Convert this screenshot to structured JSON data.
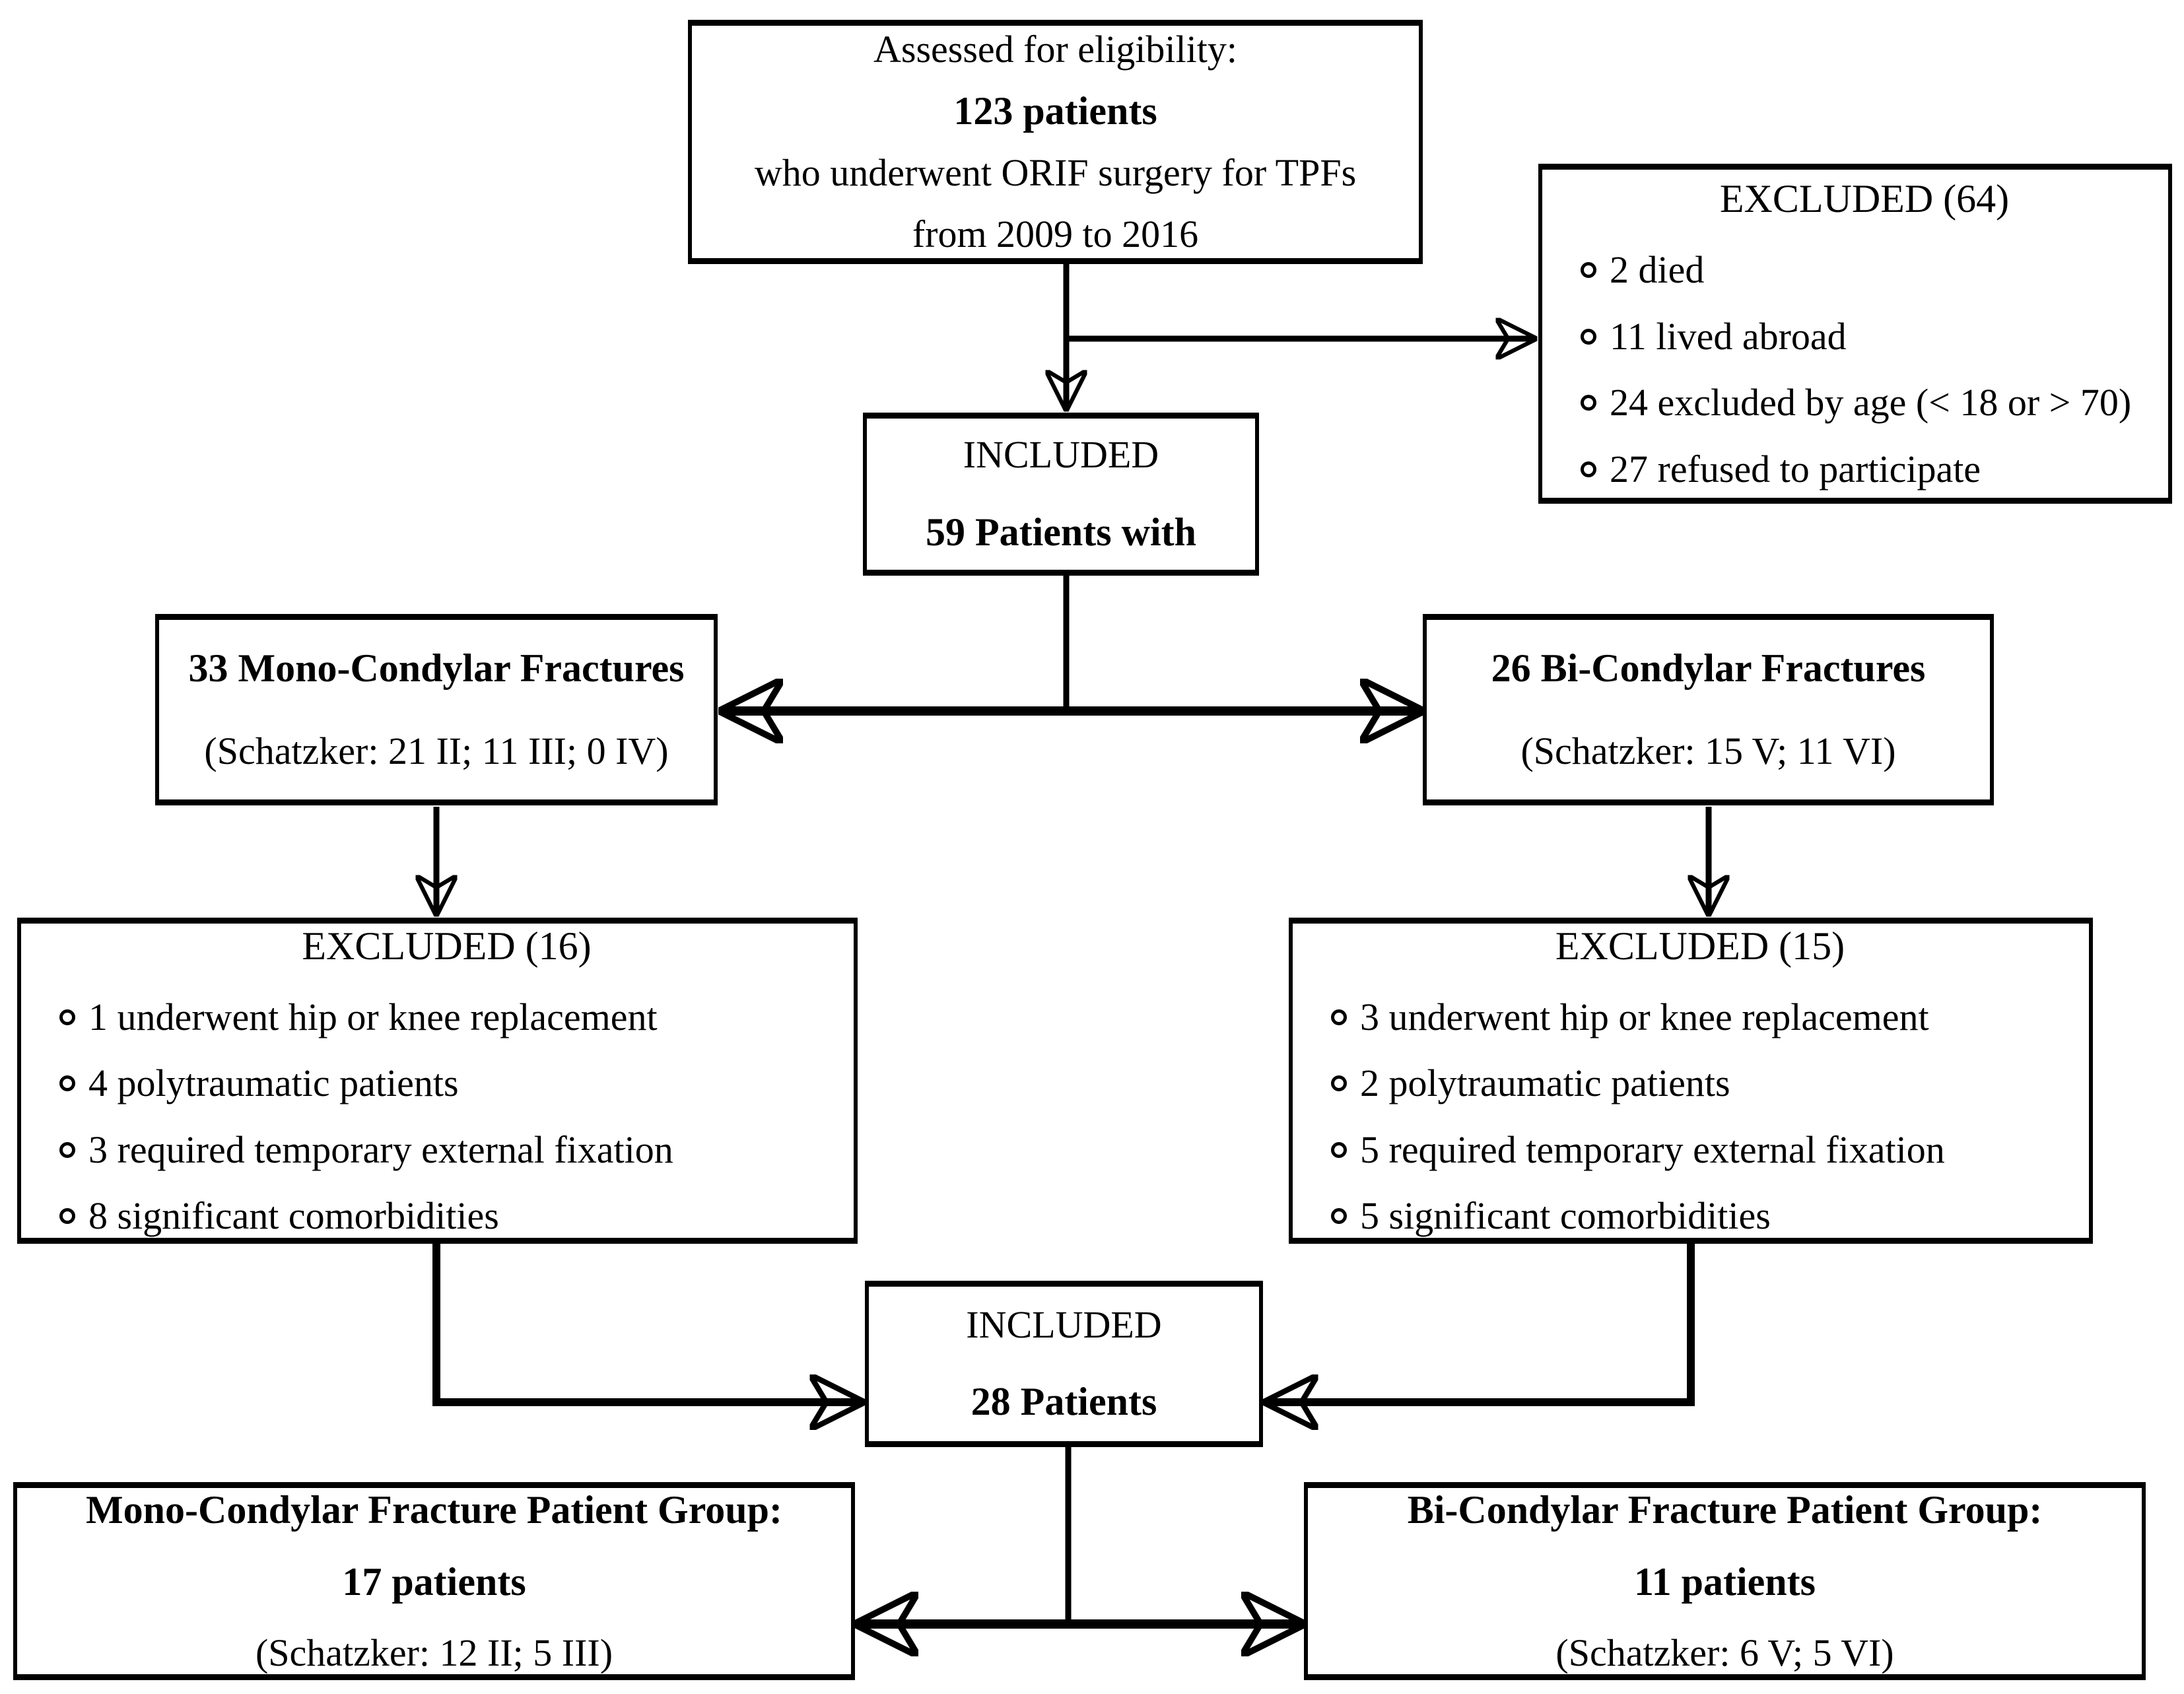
{
  "colors": {
    "ink": "#000000",
    "background": "#ffffff"
  },
  "boxes": {
    "assessed": {
      "lines": [
        "Assessed for eligibility:",
        "123 patients",
        "who underwent ORIF surgery for TPFs",
        "from 2009 to 2016"
      ]
    },
    "excluded_top": {
      "title": "EXCLUDED (64)",
      "items": [
        "2 died",
        "11 lived abroad",
        "24 excluded by age (< 18 or > 70)",
        "27 refused to participate"
      ]
    },
    "included_59": {
      "lines": [
        "INCLUDED",
        "59 Patients with"
      ]
    },
    "mono_fractures": {
      "lines": [
        "33 Mono-Condylar Fractures",
        "(Schatzker: 21 II; 11 III; 0 IV)"
      ]
    },
    "bi_fractures": {
      "lines": [
        "26 Bi-Condylar Fractures",
        "(Schatzker: 15 V; 11 VI)"
      ]
    },
    "excluded_mono": {
      "title": "EXCLUDED (16)",
      "items": [
        "1 underwent hip or knee replacement",
        "4 polytraumatic patients",
        "3 required temporary external fixation",
        "8 significant comorbidities"
      ]
    },
    "excluded_bi": {
      "title": "EXCLUDED (15)",
      "items": [
        "3 underwent hip or knee replacement",
        "2 polytraumatic patients",
        "5 required temporary external fixation",
        "5 significant comorbidities"
      ]
    },
    "included_28": {
      "lines": [
        "INCLUDED",
        "28 Patients"
      ]
    },
    "mono_group": {
      "lines": [
        "Mono-Condylar Fracture Patient Group:",
        "17 patients",
        "(Schatzker: 12 II; 5 III)"
      ]
    },
    "bi_group": {
      "lines": [
        "Bi-Condylar Fracture Patient Group:",
        "11 patients",
        "(Schatzker: 6 V; 5 VI)"
      ]
    }
  }
}
